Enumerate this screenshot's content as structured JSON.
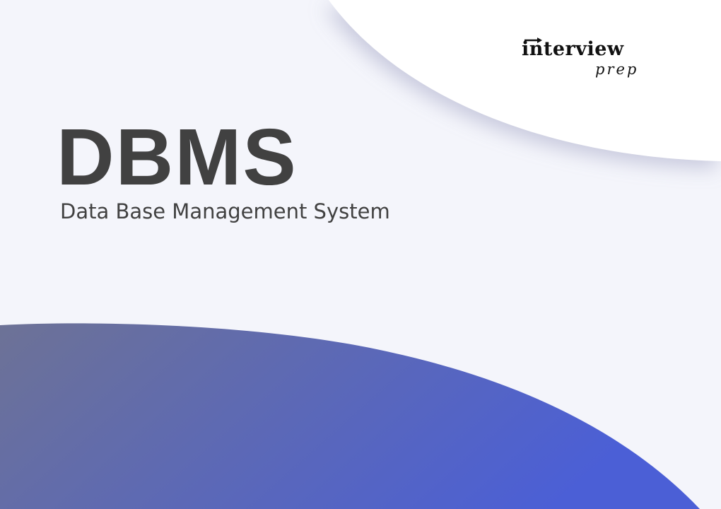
{
  "logo": {
    "main_text": "interview",
    "sub_text": "prep"
  },
  "title": "DBMS",
  "subtitle": "Data Base Management System",
  "colors": {
    "background": "#f4f5fb",
    "top_shape": "#ffffff",
    "text": "#414141",
    "wave_start": "#6d7296",
    "wave_end": "#4b5fd6"
  }
}
